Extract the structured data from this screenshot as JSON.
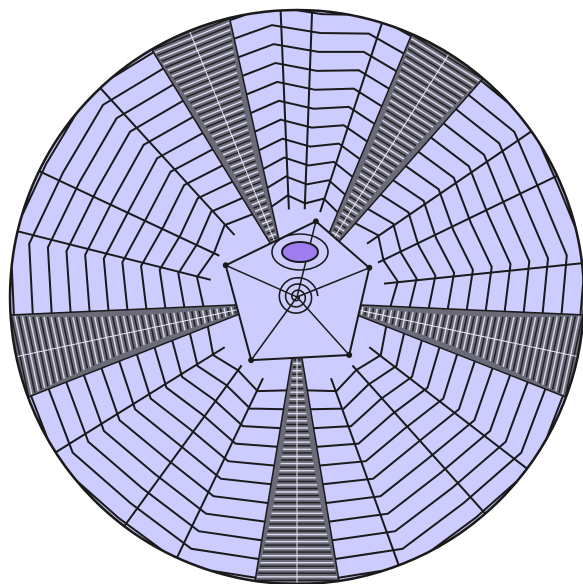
{
  "diagram": {
    "colors": {
      "fill": "#ccccff",
      "stroke": "#1a1a1a",
      "center_oval": "#9f7cf0",
      "band": "#3a3a3a"
    },
    "sectors": 5,
    "rings": 11,
    "has_center_oval": true,
    "has_center_spiral": true,
    "junction_markers": 5
  }
}
